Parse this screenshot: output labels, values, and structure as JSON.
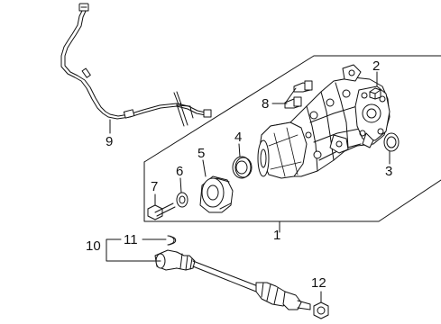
{
  "callouts": {
    "c1": "1",
    "c2": "2",
    "c3": "3",
    "c4": "4",
    "c5": "5",
    "c6": "6",
    "c7": "7",
    "c8": "8",
    "c9": "9",
    "c10": "10",
    "c11": "11",
    "c12": "12"
  },
  "colors": {
    "line": "#111111",
    "background": "#ffffff"
  },
  "parts_depicted": [
    "breather-hose",
    "rear-differential-carrier",
    "drain-plug",
    "axle-seal",
    "pinion-seal",
    "companion-flange",
    "washer",
    "pinion-nut",
    "vent-fittings",
    "half-shaft-assembly",
    "snap-ring",
    "axle-nut"
  ]
}
